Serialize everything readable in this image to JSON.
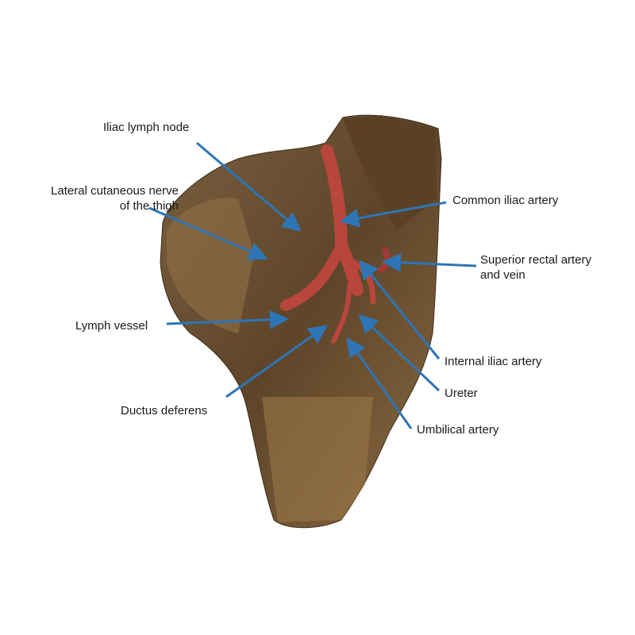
{
  "colors": {
    "arrow": "#2e75b6",
    "tissue": "#6b5233",
    "tissue_dark": "#3d2c18",
    "vessel": "#b8463c"
  },
  "labels": {
    "iliac_lymph_node": "Iliac lymph node",
    "lateral_cutaneous_1": "Lateral cutaneous nerve",
    "lateral_cutaneous_2": "of the thigh",
    "common_iliac_artery": "Common iliac artery",
    "superior_rectal_1": "Superior rectal artery",
    "superior_rectal_2": "and vein",
    "lymph_vessel": "Lymph vessel",
    "internal_iliac_artery": "Internal iliac artery",
    "ureter": "Ureter",
    "ductus_deferens": "Ductus deferens",
    "umbilical_artery": "Umbilical artery"
  }
}
